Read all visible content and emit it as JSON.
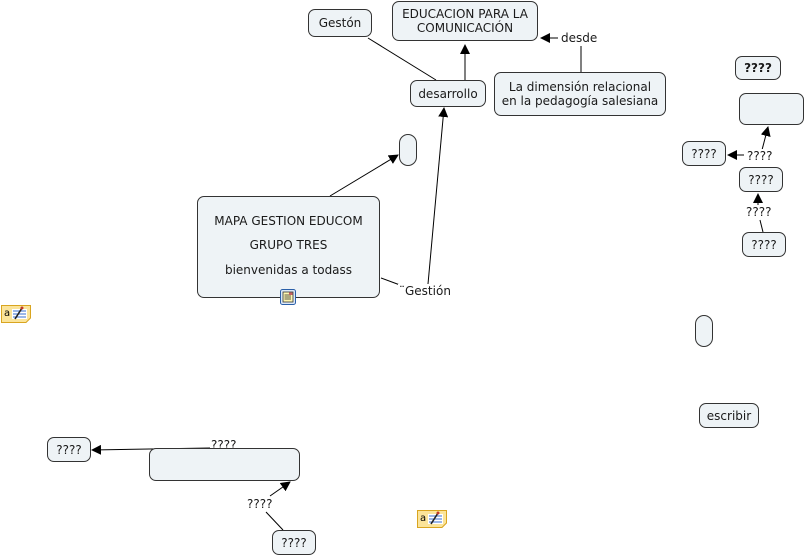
{
  "concept_map": {
    "title": "MAPA GESTION EDUCOM",
    "nodes": {
      "main": {
        "lines": [
          "MAPA GESTION EDUCOM",
          "GRUPO TRES",
          "bienvenidas  a todass"
        ]
      },
      "educacion": {
        "lines": [
          "EDUCACION PARA LA",
          "COMUNICACIÓN"
        ]
      },
      "geston": {
        "text": "Gestón"
      },
      "desarrollo": {
        "text": "desarrollo"
      },
      "dimension": {
        "lines": [
          "La dimensión relacional",
          "en la pedagogía salesiana"
        ]
      },
      "empty_small_center": {
        "text": ""
      },
      "right_bold": {
        "text": "????"
      },
      "right_empty": {
        "text": ""
      },
      "right_left": {
        "text": "????"
      },
      "right_mid": {
        "text": "????"
      },
      "right_bottom": {
        "text": "????"
      },
      "empty_small_right": {
        "text": ""
      },
      "escribir": {
        "text": "escribir"
      },
      "bottom_left": {
        "text": "????"
      },
      "bottom_empty": {
        "text": ""
      },
      "bottom_right": {
        "text": "????"
      }
    },
    "link_labels": {
      "desde": "desde",
      "gestion": "¨Gestión",
      "right_upper": "????",
      "right_lower": "????",
      "bottom_upper": "????",
      "bottom_lower": "????"
    },
    "icons": {
      "note_left": "annotation-note-icon",
      "note_bottom": "annotation-note-icon",
      "resource": "document-resource-icon"
    }
  }
}
